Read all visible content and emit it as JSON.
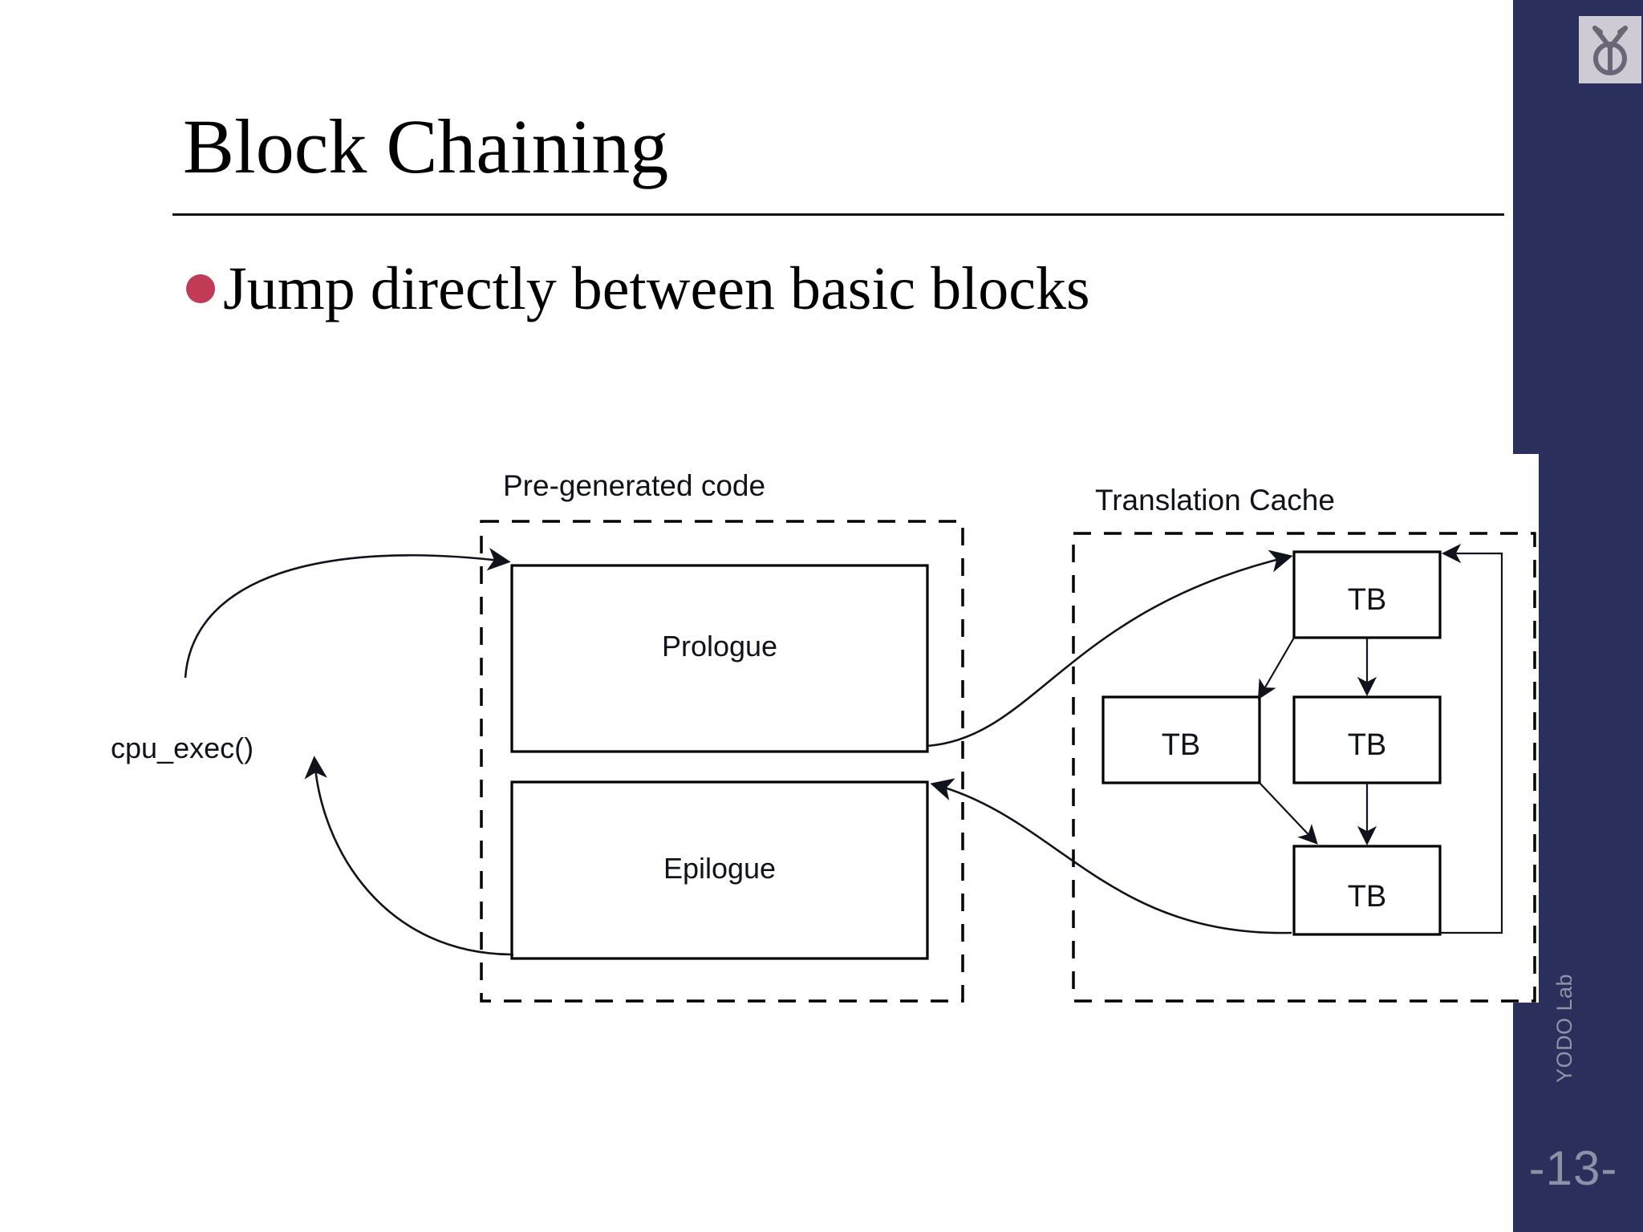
{
  "slide": {
    "title": "Block Chaining",
    "page_number": "-13-",
    "lab_name": "YODO Lab",
    "logo_name": "yodo-lab-emblem",
    "accent_sidebar_color": "#2a2f5c",
    "bullet_color": "#c23b56",
    "background_color": "#ffffff"
  },
  "bullets": [
    {
      "text": "Jump directly between basic blocks"
    }
  ],
  "diagram": {
    "groups": [
      {
        "id": "pre-generated-code",
        "label": "Pre-generated code"
      },
      {
        "id": "translation-cache",
        "label": "Translation Cache"
      }
    ],
    "entry_label": "cpu_exec()",
    "code_blocks": [
      {
        "id": "prologue",
        "label": "Prologue"
      },
      {
        "id": "epilogue",
        "label": "Epilogue"
      }
    ],
    "cache_blocks": [
      {
        "id": "tb-top",
        "label": "TB"
      },
      {
        "id": "tb-mid-left",
        "label": "TB"
      },
      {
        "id": "tb-mid-right",
        "label": "TB"
      },
      {
        "id": "tb-bottom",
        "label": "TB"
      }
    ]
  }
}
